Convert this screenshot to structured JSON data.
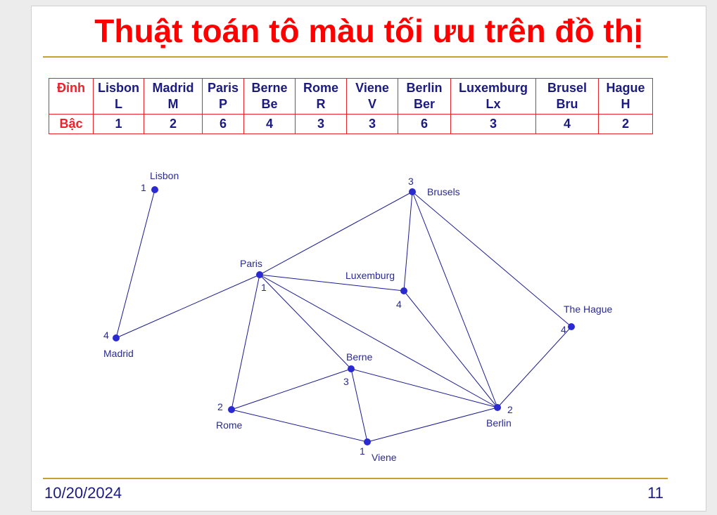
{
  "title": "Thuật toán tô màu tối ưu trên đồ thị",
  "table": {
    "row_headers": [
      "Đỉnh",
      "Bậc"
    ],
    "columns": [
      {
        "name": "Lisbon",
        "abbr": "L",
        "degree": "1"
      },
      {
        "name": "Madrid",
        "abbr": "M",
        "degree": "2"
      },
      {
        "name": "Paris",
        "abbr": "P",
        "degree": "6"
      },
      {
        "name": "Berne",
        "abbr": "Be",
        "degree": "4"
      },
      {
        "name": "Rome",
        "abbr": "R",
        "degree": "3"
      },
      {
        "name": "Viene",
        "abbr": "V",
        "degree": "3"
      },
      {
        "name": "Berlin",
        "abbr": "Ber",
        "degree": "6"
      },
      {
        "name": "Luxemburg",
        "abbr": "Lx",
        "degree": "3"
      },
      {
        "name": "Brusel",
        "abbr": "Bru",
        "degree": "4"
      },
      {
        "name": "Hague",
        "abbr": "H",
        "degree": "2"
      }
    ]
  },
  "graph": {
    "nodes": [
      {
        "id": "lisbon",
        "label": "Lisbon",
        "color": "1"
      },
      {
        "id": "madrid",
        "label": "Madrid",
        "color": "4"
      },
      {
        "id": "paris",
        "label": "Paris",
        "color": "1"
      },
      {
        "id": "brussels",
        "label": "Brusels",
        "color": "3"
      },
      {
        "id": "luxemburg",
        "label": "Luxemburg",
        "color": "4"
      },
      {
        "id": "hague",
        "label": "The Hague",
        "color": "4"
      },
      {
        "id": "berne",
        "label": "Berne",
        "color": "3"
      },
      {
        "id": "rome",
        "label": "Rome",
        "color": "2"
      },
      {
        "id": "berlin",
        "label": "Berlin",
        "color": "2"
      },
      {
        "id": "viene",
        "label": "Viene",
        "color": "1"
      }
    ],
    "edges": [
      [
        "lisbon",
        "madrid"
      ],
      [
        "madrid",
        "paris"
      ],
      [
        "paris",
        "brussels"
      ],
      [
        "paris",
        "luxemburg"
      ],
      [
        "paris",
        "rome"
      ],
      [
        "paris",
        "berne"
      ],
      [
        "paris",
        "berlin"
      ],
      [
        "brussels",
        "luxemburg"
      ],
      [
        "brussels",
        "berlin"
      ],
      [
        "brussels",
        "hague"
      ],
      [
        "luxemburg",
        "berlin"
      ],
      [
        "hague",
        "berlin"
      ],
      [
        "berne",
        "rome"
      ],
      [
        "berne",
        "viene"
      ],
      [
        "berne",
        "berlin"
      ],
      [
        "rome",
        "viene"
      ],
      [
        "viene",
        "berlin"
      ]
    ],
    "node_color": "#2a2ad0",
    "edge_color": "#1a1a90"
  },
  "footer": {
    "date": "10/20/2024",
    "page": "11"
  },
  "colors": {
    "title": "#ff0000",
    "text": "#1a1a80",
    "table_border": "#e8232a",
    "rule": "#c8a032"
  }
}
